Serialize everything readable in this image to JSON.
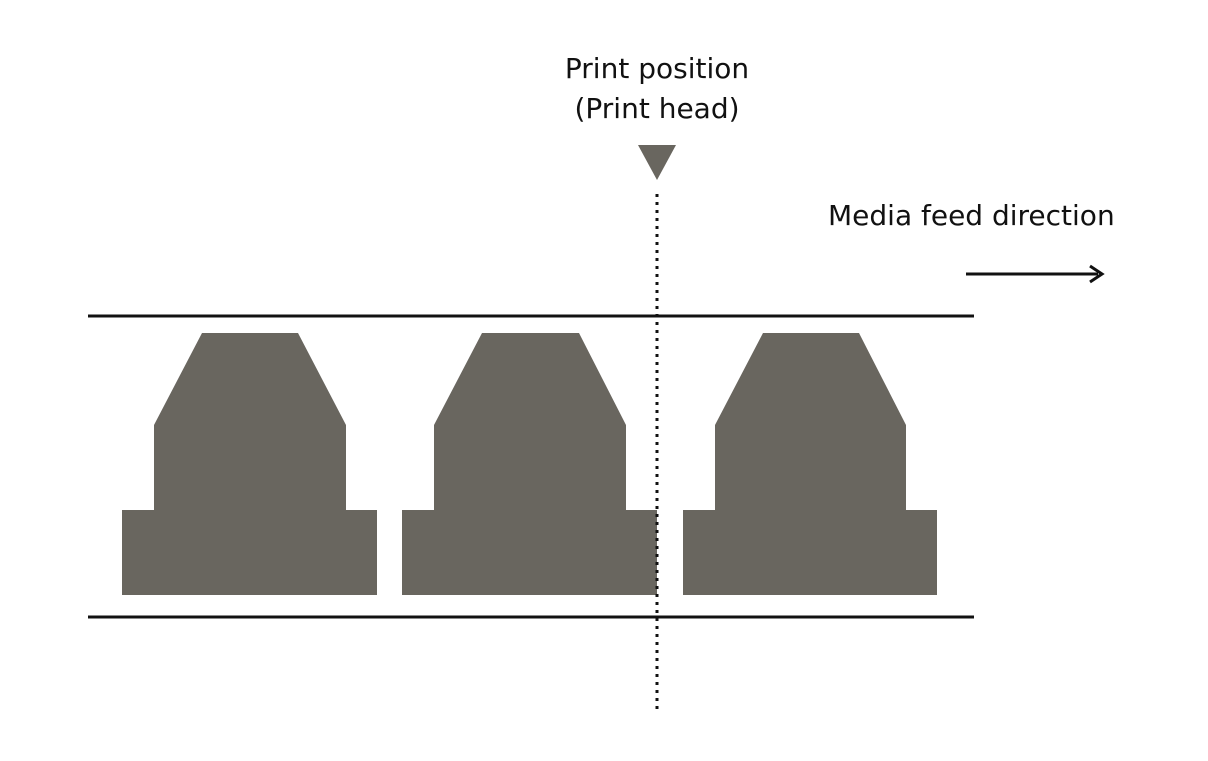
{
  "labels": {
    "print_position": "Print position",
    "print_head": "(Print head)",
    "media_feed_direction": "Media feed direction"
  },
  "colors": {
    "label_shape": "#69665f",
    "line": "#111111",
    "print_head_marker": "#69665f"
  },
  "labels_on_media": {
    "count": 3
  }
}
